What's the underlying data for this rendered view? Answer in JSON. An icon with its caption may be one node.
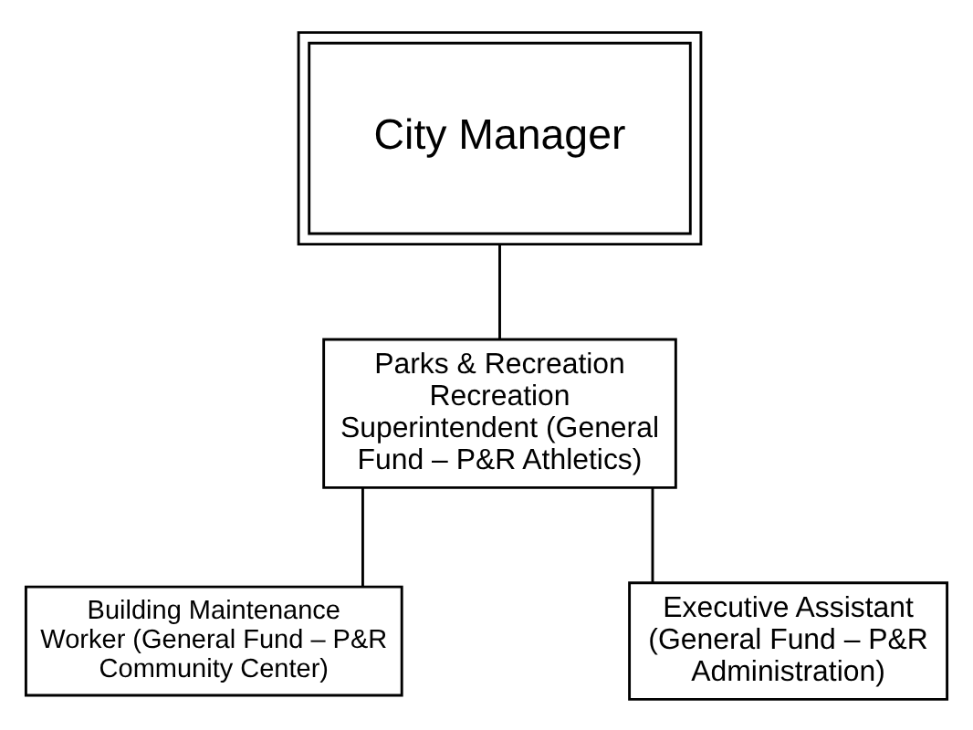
{
  "diagram": {
    "nodes": [
      {
        "text": [
          "City Manager"
        ]
      },
      {
        "text": [
          "Parks & Recreation Recreation Superintendent (General Fund – P&R Athletics)"
        ]
      },
      {
        "text": [
          "Building Maintenance Worker (General Fund – P&R Community Center)"
        ]
      },
      {
        "text": [
          "Executive Assistant (General Fund – P&R Administration)"
        ]
      }
    ],
    "edges": [
      {
        "from": 0,
        "to": 1,
        "arrow": "none"
      },
      {
        "from": 1,
        "to": 2,
        "arrow": "none"
      },
      {
        "from": 1,
        "to": 3,
        "arrow": "none"
      }
    ]
  }
}
